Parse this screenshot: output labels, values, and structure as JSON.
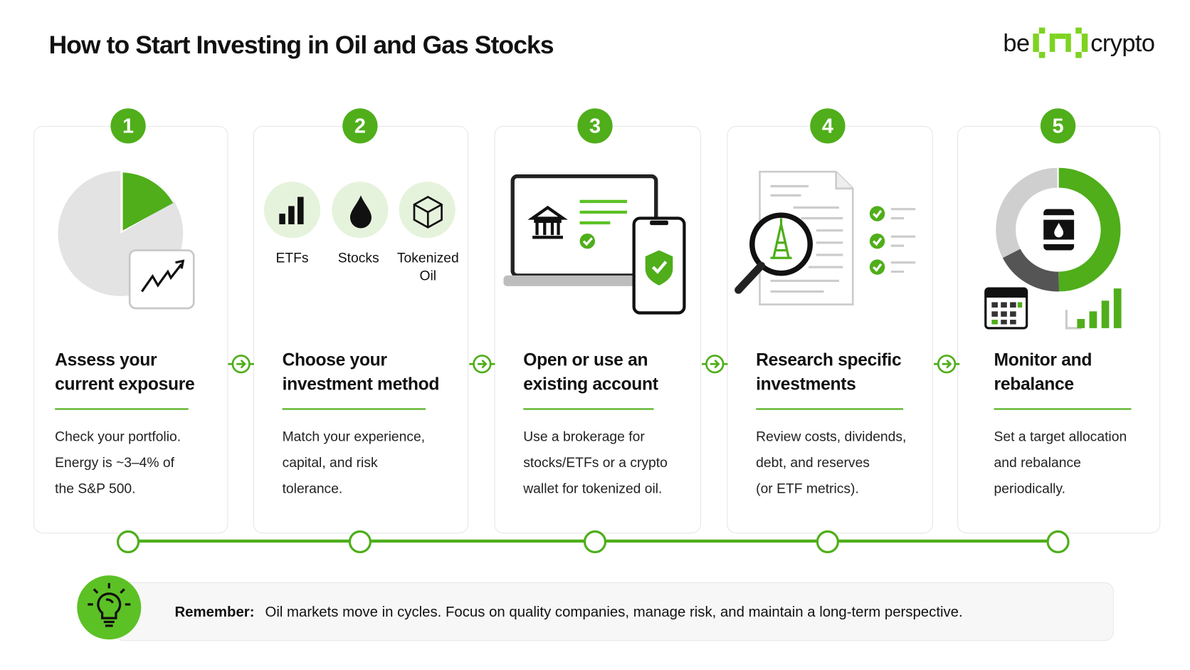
{
  "title": "How to Start Investing in Oil and Gas Stocks",
  "logo": {
    "left": "be",
    "mid": "in",
    "right": "crypto"
  },
  "colors": {
    "accent": "#4fae1a",
    "logo_green": "#7ed321",
    "gray": "#e3e3e3"
  },
  "steps": [
    {
      "number": "1",
      "title_line1": "Assess your",
      "title_line2": "current exposure",
      "body": [
        "Check your portfolio.",
        "Energy is ~3–4% of",
        "the S&P 500."
      ],
      "icon": "pie-chart-trend-icon"
    },
    {
      "number": "2",
      "title_line1": "Choose your",
      "title_line2": "investment method",
      "body": [
        "Match your experience,",
        "capital, and risk",
        "tolerance."
      ],
      "icon": "options-icon",
      "options": [
        {
          "label": "ETFs",
          "icon": "bar-chart-icon"
        },
        {
          "label": "Stocks",
          "icon": "oil-drop-icon"
        },
        {
          "label_line1": "Tokenized",
          "label_line2": "Oil",
          "icon": "cube-icon"
        }
      ]
    },
    {
      "number": "3",
      "title_line1": "Open or use an",
      "title_line2": "existing account",
      "body": [
        "Use a brokerage for",
        "stocks/ETFs or a crypto",
        "wallet for tokenized oil."
      ],
      "icon": "laptop-phone-icon"
    },
    {
      "number": "4",
      "title_line1": "Research specific",
      "title_line2": "investments",
      "body": [
        "Review costs, dividends,",
        "debt, and reserves",
        "(or ETF metrics)."
      ],
      "icon": "document-magnifier-icon"
    },
    {
      "number": "5",
      "title_line1": "Monitor and",
      "title_line2": "rebalance",
      "body": [
        "Set a target allocation",
        "and rebalance",
        "periodically."
      ],
      "icon": "donut-calendar-icon"
    }
  ],
  "reminder": {
    "label": "Remember:",
    "text": "Oil markets move in cycles. Focus on quality companies, manage risk, and maintain a long-term perspective."
  }
}
